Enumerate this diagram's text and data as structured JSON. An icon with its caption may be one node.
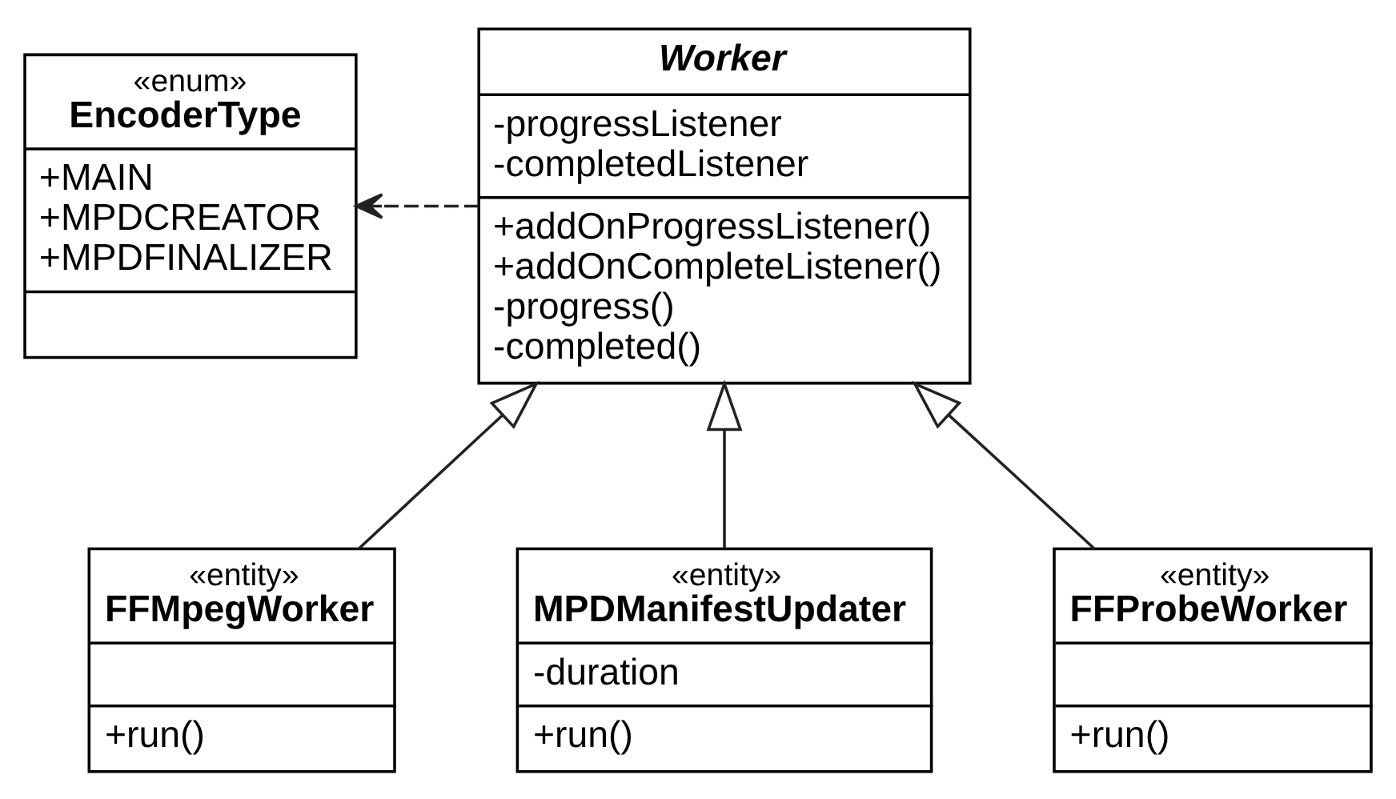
{
  "diagram": {
    "nodes": [
      {
        "text": [
          "«enum»",
          "EncoderType",
          "+MAIN +MPDCREATOR +MPDFINALIZER"
        ]
      },
      {
        "text": [
          "Worker",
          "-progressListener -completedListener",
          "+addOnProgressListener() +addOnCompleteListener() -progress() -completed()"
        ]
      },
      {
        "text": [
          "«entity»",
          "FFMpegWorker",
          "+run()"
        ]
      },
      {
        "text": [
          "«entity»",
          "MPDManifestUpdater",
          "-duration",
          "+run()"
        ]
      },
      {
        "text": [
          "«entity»",
          "FFProbeWorker",
          "+run()"
        ]
      }
    ],
    "edges": [
      {
        "from": 1,
        "to": 0,
        "arrow": "to",
        "style": "dashed"
      },
      {
        "from": 2,
        "to": 1,
        "arrow": "to"
      },
      {
        "from": 3,
        "to": 1,
        "arrow": "to"
      },
      {
        "from": 4,
        "to": 1,
        "arrow": "to"
      }
    ]
  }
}
